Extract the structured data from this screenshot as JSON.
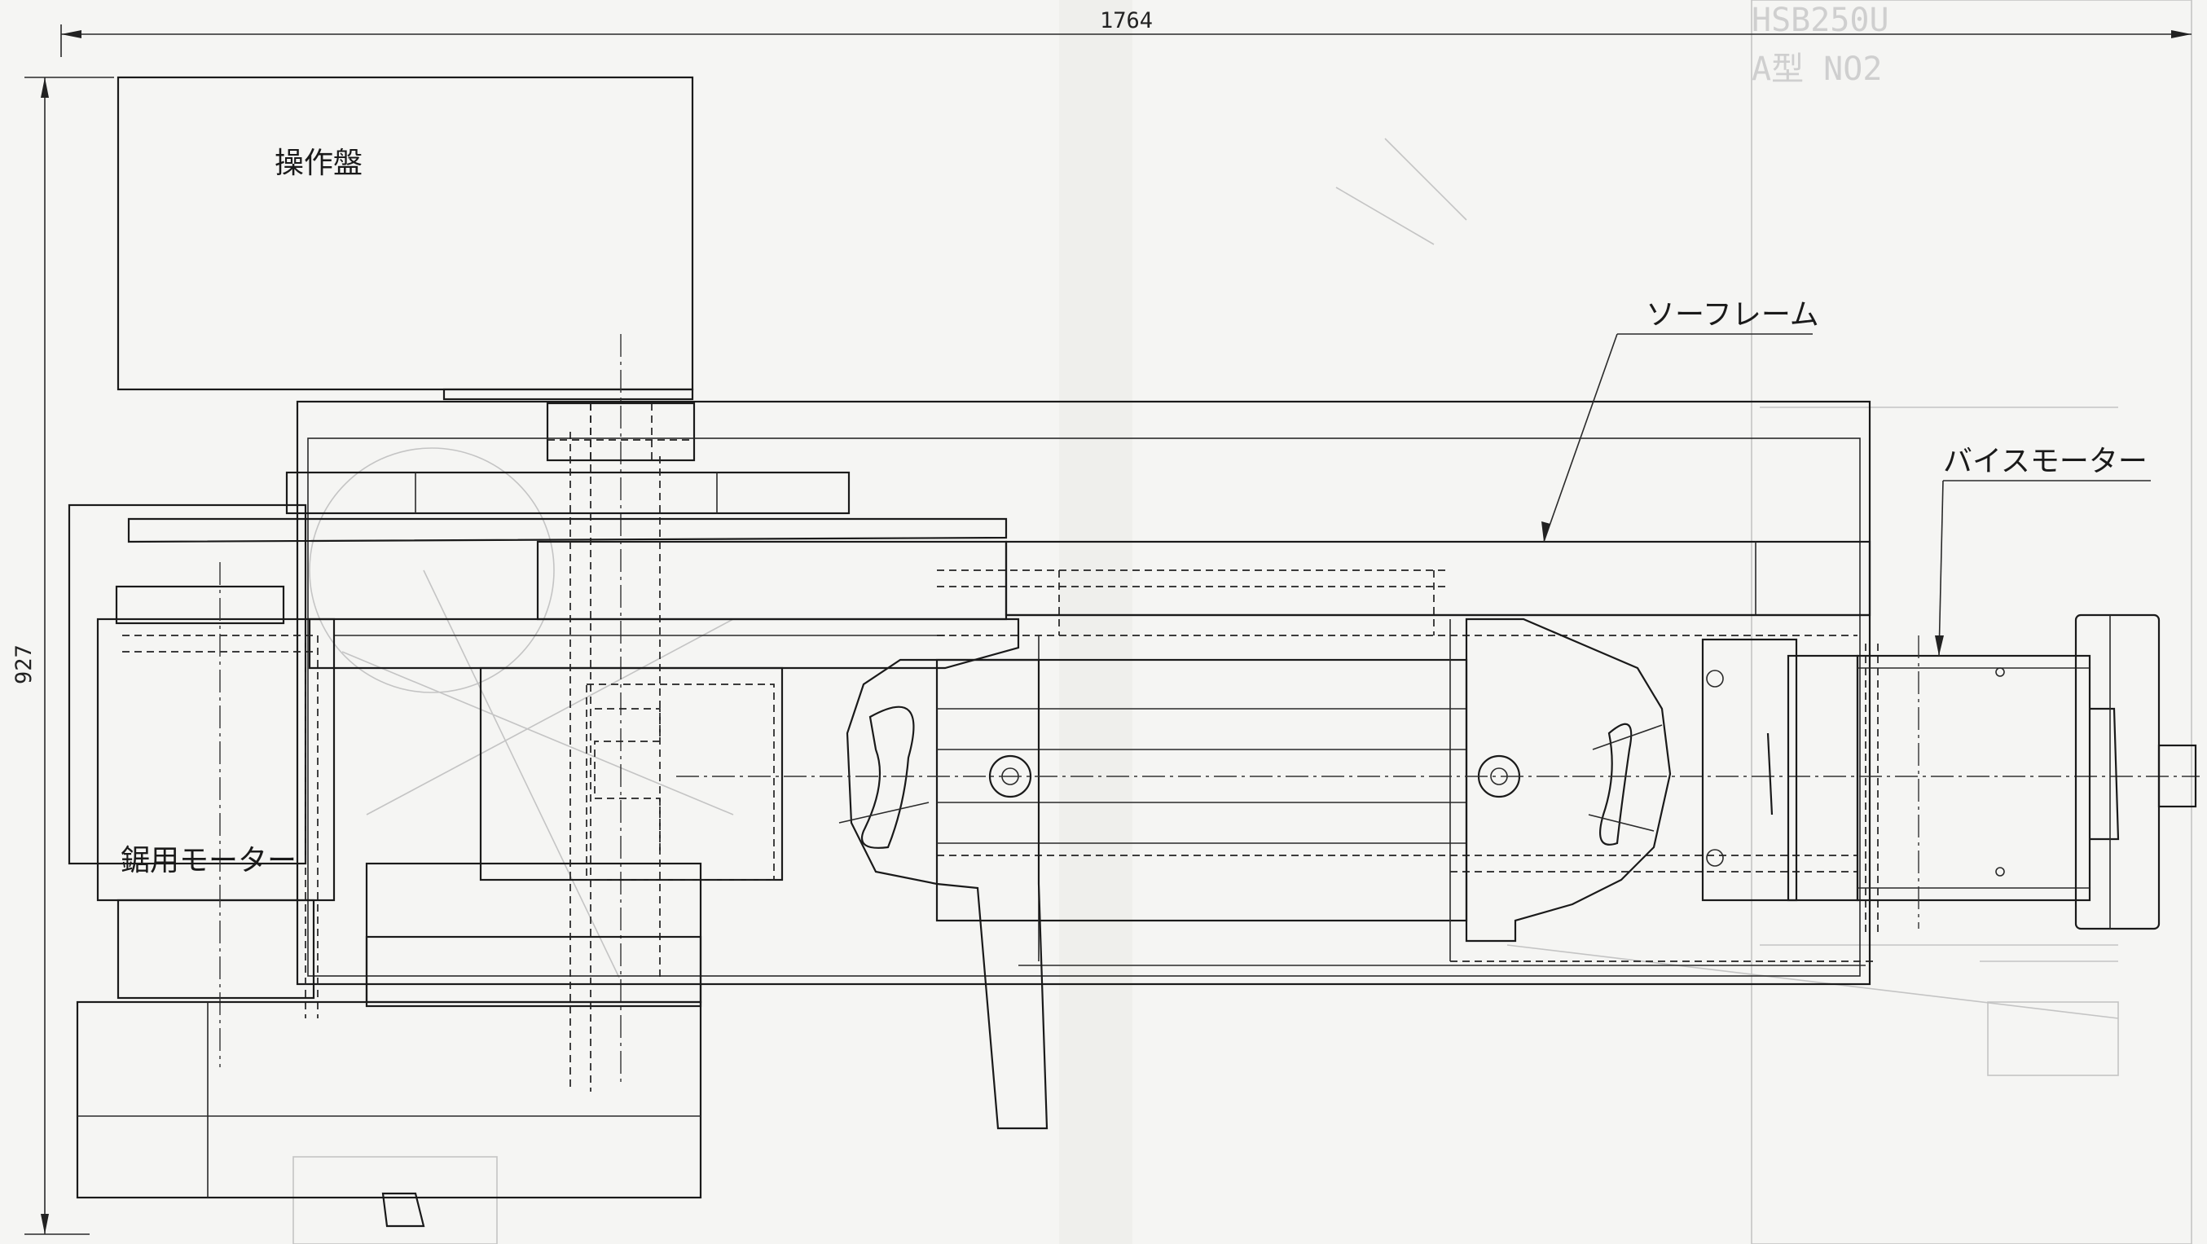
{
  "dimensions": {
    "width": "1764",
    "height": "927"
  },
  "labels": {
    "control_panel": "操作盤",
    "saw_frame": "ソーフレーム",
    "vise_motor": "バイスモーター",
    "saw_motor": "鋸用モーター"
  },
  "faint_header": {
    "line1": "HSB250U",
    "line2": "A型 NO2"
  }
}
